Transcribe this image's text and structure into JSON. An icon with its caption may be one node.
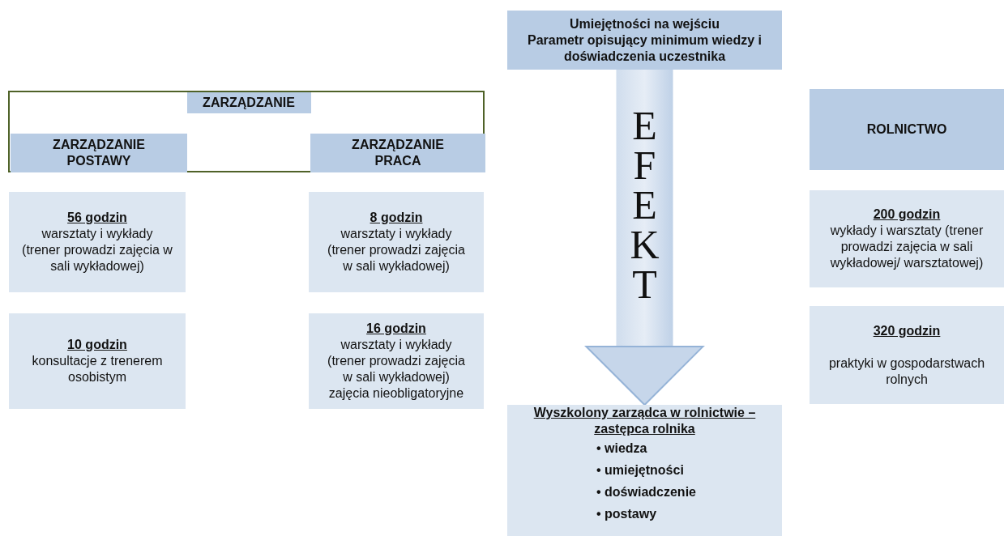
{
  "diagram": {
    "nodes": [
      {
        "text": [
          "Umiejętności na wejściu",
          "Parametr opisujący minimum wiedzy i doświadczenia uczestnika"
        ]
      },
      {
        "text": [
          "ZARZĄDZANIE"
        ]
      },
      {
        "text": [
          "ZARZĄDZANIE POSTAWY"
        ],
        "in": 1
      },
      {
        "text": [
          "ZARZĄDZANIE PRACA"
        ],
        "in": 1
      },
      {
        "text": [
          "ROLNICTWO"
        ]
      },
      {
        "text": [
          "56 godzin",
          "warsztaty i wykłady (trener prowadzi zajęcia w sali wykładowej)"
        ]
      },
      {
        "text": [
          "8 godzin",
          "warsztaty i wykłady (trener prowadzi zajęcia w sali wykładowej)"
        ]
      },
      {
        "text": [
          "200 godzin",
          "wykłady i warsztaty (trener prowadzi zajęcia w sali wykładowej/ warsztatowej)"
        ]
      },
      {
        "text": [
          "10 godzin",
          "konsultacje z trenerem osobistym"
        ]
      },
      {
        "text": [
          "16 godzin",
          "warsztaty i wykłady (trener prowadzi zajęcia w sali wykładowej) zajęcia nieobligatoryjne"
        ]
      },
      {
        "text": [
          "320 godzin",
          "praktyki w gospodarstwach rolnych"
        ]
      },
      {
        "text": [
          "Wyszkolony zarządca w rolnictwie – zastępca rolnika",
          "• wiedza",
          "• umiejętności",
          "• doświadczenie",
          "• postawy"
        ]
      }
    ],
    "edges": [
      {
        "from": 0,
        "to": 11,
        "arrow": "to",
        "label": "EFEKT",
        "style": "thick"
      }
    ]
  }
}
